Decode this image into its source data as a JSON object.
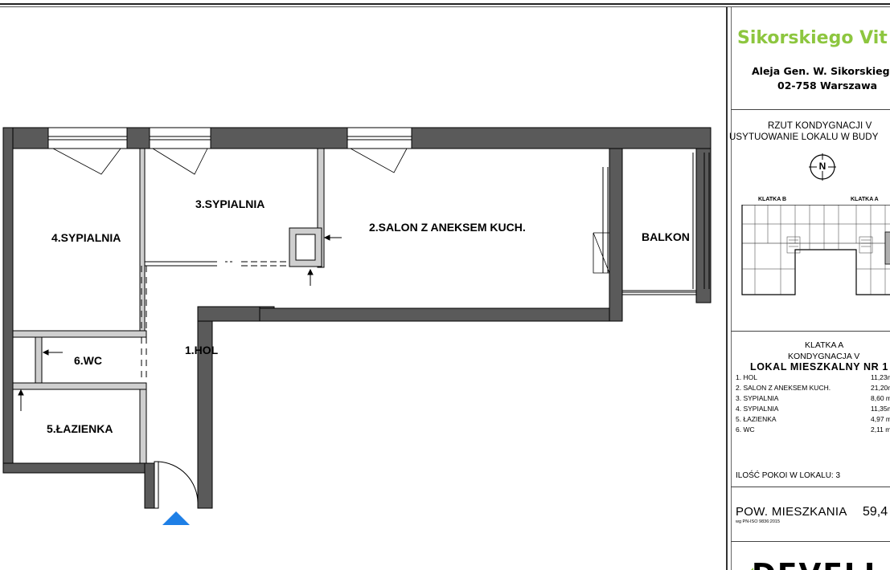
{
  "rooms": {
    "r1": "1.HOL",
    "r2": "2.SALON Z ANEKSEM KUCH.",
    "r3": "3.SYPIALNIA",
    "r4": "4.SYPIALNIA",
    "r5": "5.ŁAZIENKA",
    "r6": "6.WC",
    "balkon": "BALKON"
  },
  "sidebar": {
    "brand": "Sikorskiego Vit",
    "address_line1": "Aleja Gen. W. Sikorskiego",
    "address_line2": "02-758 Warszawa",
    "plan_caption_line1": "RZUT KONDYGNACJI V",
    "plan_caption_line2": "USYTUOWANIE LOKALU W BUDY",
    "north_letter": "N",
    "klatka_b": "KLATKA B",
    "klatka_a": "KLATKA A",
    "section_klatka": "KLATKA A",
    "section_kondygnacja": "KONDYGNACJA V",
    "lokal_title": "LOKAL MIESZKALNY NR 1",
    "room_list": [
      {
        "name": "1. HOL",
        "area": "11,23m"
      },
      {
        "name": "2. SALON Z ANEKSEM KUCH.",
        "area": "21,20m"
      },
      {
        "name": "3. SYPIALNIA",
        "area": "8,60  m"
      },
      {
        "name": "4. SYPIALNIA",
        "area": "11,35m"
      },
      {
        "name": "5. ŁAZIENKA",
        "area": "4,97  m"
      },
      {
        "name": "6. WC",
        "area": "2,11  m"
      }
    ],
    "rooms_count": "ILOŚĆ POKOI W LOKALU:  3",
    "area_label": "POW. MIESZKANIA",
    "area_norm": "wg PN-ISO 9836:2015",
    "area_value": "59,4",
    "developer_logo": "DEVELI"
  },
  "colors": {
    "wall": "#5a5a5a",
    "brand": "#8dc63f",
    "entry_marker": "#1e7fe6"
  }
}
